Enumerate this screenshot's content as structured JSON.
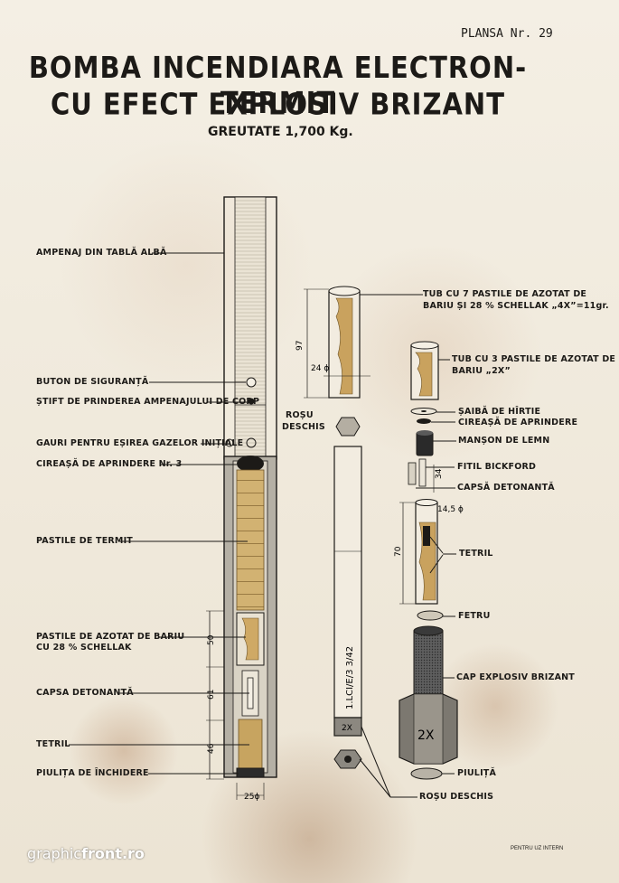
{
  "plate": "PLANSA Nr. 29",
  "title_line1": "BOMBA INCENDIARA ELECTRON-TERMIT",
  "title_line2": "CU EFECT EXPLOSIV BRIZANT",
  "weight": "GREUTATE  1,700 Kg.",
  "labels_left": {
    "ampenaj": "AMPENAJ DIN TABLĂ ALBĂ",
    "buton": "BUTON DE SIGURANȚĂ",
    "stift": "ȘTIFT DE PRINDEREA AMPENAJULUI DE CORP",
    "gauri": "GAURI PENTRU EȘIREA GAZELOR INIȚIALE",
    "cireasa3": "CIREAȘĂ DE APRINDERE Nr. 3",
    "termit": "PASTILE DE TERMIT",
    "azotat1": "PASTILE DE AZOTAT DE BARIU",
    "azotat2": "CU 28 % SCHELLAK",
    "capsa": "CAPSA DETONANTĂ",
    "tetril": "TETRIL",
    "piulita_inchidere": "PIULIȚA DE ÎNCHIDERE"
  },
  "labels_right": {
    "tub7_1": "TUB CU 7 PASTILE DE AZOTAT DE",
    "tub7_2": "BARIU ȘI 28 % SCHELLAK „4X”=11gr.",
    "tub3_1": "TUB CU 3 PASTILE DE AZOTAT DE",
    "tub3_2": "BARIU „2X”",
    "saiba": "ȘAIBĂ DE HÎRTIE",
    "cireasa": "CIREAȘĂ DE APRINDERE",
    "manson": "MANȘON DE LEMN",
    "fitil": "FITIL BICKFORD",
    "capsa": "CAPSĂ DETONANTĂ",
    "tetril": "TETRIL",
    "fetru": "FETRU",
    "cap": "CAP EXPLOSIV BRIZANT",
    "piulita": "PIULIȚĂ",
    "rosu1": "ROȘU",
    "rosu2": "DESCHIS",
    "rosu_bottom": "ROȘU  DESCHIS"
  },
  "dimensions": {
    "d97": "97",
    "d24": "24 ϕ",
    "d34": "34",
    "d145": "14,5 ϕ",
    "d70": "70",
    "d50": "50",
    "d61": "61",
    "d46": "46",
    "d25": "25ϕ"
  },
  "body_markings": {
    "code": "1.LCI/E/3  3/42",
    "mark_2x_body": "2X",
    "mark_2x_cap": "2X"
  },
  "footer": {
    "watermark_a": "graphic",
    "watermark_b": "front.ro",
    "internal": "PENTRU UZ INTERN"
  },
  "colors": {
    "paper": "#f3eee3",
    "ink": "#1c1a17",
    "termite": "#c9a86a",
    "termite_dark": "#9c7a3e",
    "metal": "#6b6b6b"
  }
}
